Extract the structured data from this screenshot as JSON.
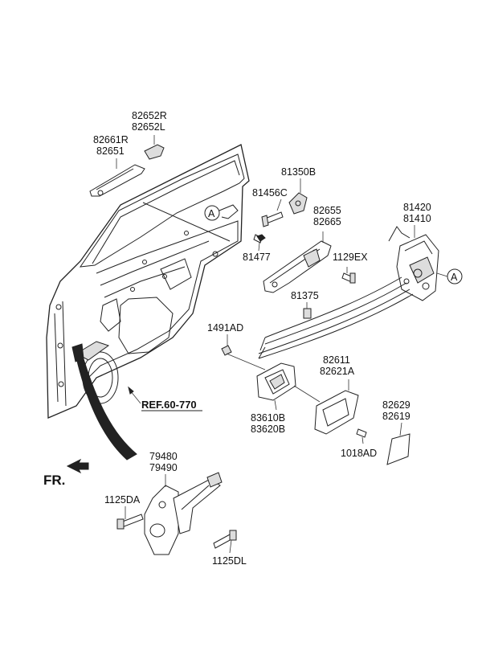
{
  "diagram": {
    "ref_label": "REF.60-770",
    "front_label": "FR.",
    "callout_letter": "A",
    "labels": {
      "l82652": [
        "82652R",
        "82652L"
      ],
      "l82661": [
        "82661R",
        "82651"
      ],
      "l81350": [
        "81350B"
      ],
      "l81456": [
        "81456C"
      ],
      "l82655": [
        "82655",
        "82665"
      ],
      "l81420": [
        "81420",
        "81410"
      ],
      "l81477": [
        "81477"
      ],
      "l1129": [
        "1129EX"
      ],
      "l81375": [
        "81375"
      ],
      "l1491": [
        "1491AD"
      ],
      "l82611": [
        "82611",
        "82621A"
      ],
      "l83610": [
        "83610B",
        "83620B"
      ],
      "l82629": [
        "82629",
        "82619"
      ],
      "l1018": [
        "1018AD"
      ],
      "l79480": [
        "79480",
        "79490"
      ],
      "l1125da": [
        "1125DA"
      ],
      "l1125dl": [
        "1125DL"
      ]
    }
  }
}
